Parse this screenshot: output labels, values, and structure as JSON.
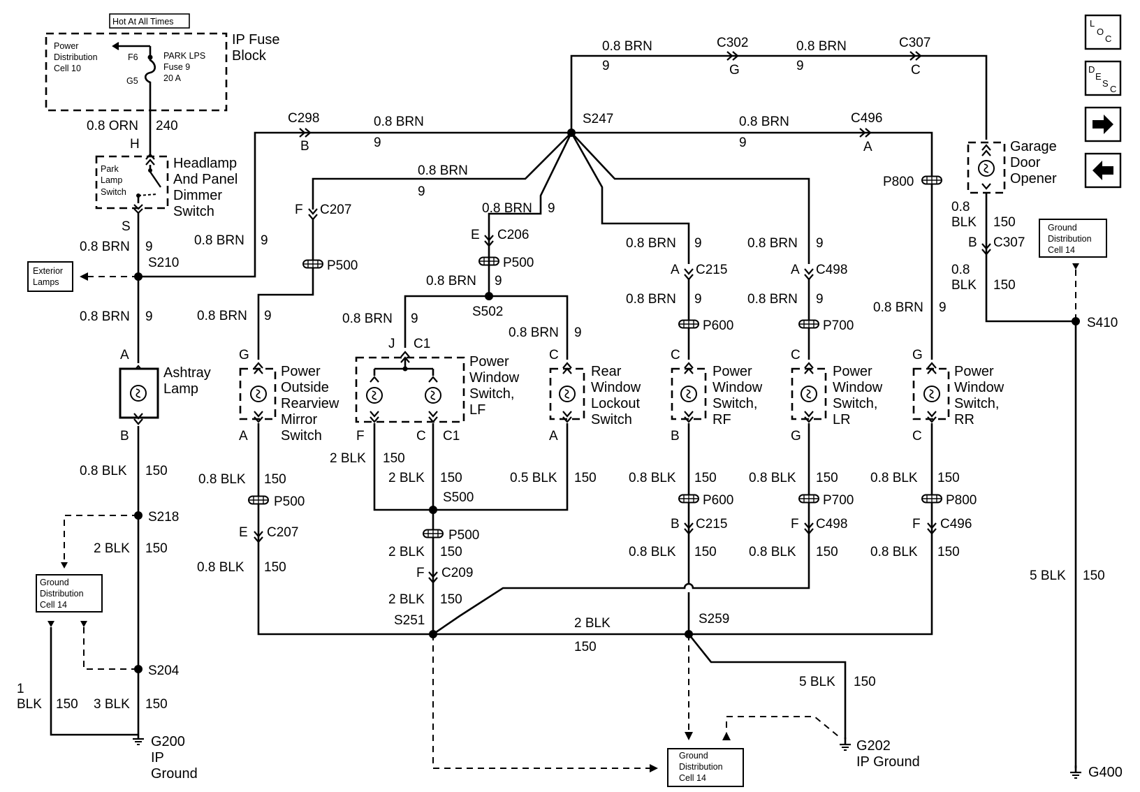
{
  "header": {
    "hot_label": "Hot At All Times",
    "fuse_block_label": [
      "IP Fuse",
      "Block"
    ],
    "power_dist": [
      "Power",
      "Distribution",
      "Cell 10"
    ],
    "fuse_pins": [
      "F6",
      "G5"
    ],
    "fuse_label": [
      "PARK LPS",
      "Fuse 9",
      "20 A"
    ]
  },
  "nav": {
    "buttons": [
      "loc",
      "desc",
      "next",
      "prev"
    ],
    "loc_letters": [
      "L",
      "O",
      "C"
    ],
    "desc_letters": [
      "D",
      "E",
      "S",
      "C"
    ]
  },
  "components": {
    "headlamp": [
      "Headlamp",
      "And Panel",
      "Dimmer",
      "Switch"
    ],
    "park_lamp_switch": [
      "Park",
      "Lamp",
      "Switch"
    ],
    "exterior_lamps": [
      "Exterior",
      "Lamps"
    ],
    "ashtray": [
      "Ashtray",
      "Lamp"
    ],
    "mirror": [
      "Power",
      "Outside",
      "Rearview",
      "Mirror",
      "Switch"
    ],
    "pw_lf": [
      "Power",
      "Window",
      "Switch,",
      "LF"
    ],
    "lockout": [
      "Rear",
      "Window",
      "Lockout",
      "Switch"
    ],
    "pw_rf": [
      "Power",
      "Window",
      "Switch,",
      "RF"
    ],
    "pw_lr": [
      "Power",
      "Window",
      "Switch,",
      "LR"
    ],
    "pw_rr": [
      "Power",
      "Window",
      "Switch,",
      "RR"
    ],
    "garage": [
      "Garage",
      "Door",
      "Opener"
    ],
    "ground_dist": [
      "Ground",
      "Distribution",
      "Cell 14"
    ],
    "g200": [
      "G200",
      "IP",
      "Ground"
    ],
    "g202": [
      "G202",
      "IP Ground"
    ],
    "g400": "G400"
  },
  "wires": {
    "orn": "0.8 ORN",
    "brn08": "0.8 BRN",
    "blk08": "0.8 BLK",
    "blk05": "0.5 BLK",
    "blk2": "2 BLK",
    "blk3": "3 BLK",
    "blk5": "5 BLK",
    "blk1": [
      "1",
      "BLK"
    ],
    "blk08_split": [
      "0.8",
      "BLK"
    ],
    "circuits": {
      "c240": "240",
      "c9": "9",
      "c150": "150"
    }
  },
  "splices": [
    "S210",
    "S247",
    "S502",
    "S500",
    "S218",
    "S204",
    "S251",
    "S259",
    "S410"
  ],
  "connectors": [
    "C298",
    "C302",
    "C307",
    "C496",
    "C207",
    "C206",
    "C215",
    "C498",
    "C209",
    "C1",
    "P500",
    "P600",
    "P700",
    "P800"
  ],
  "pins": [
    "A",
    "B",
    "C",
    "E",
    "F",
    "G",
    "H",
    "J",
    "S"
  ]
}
